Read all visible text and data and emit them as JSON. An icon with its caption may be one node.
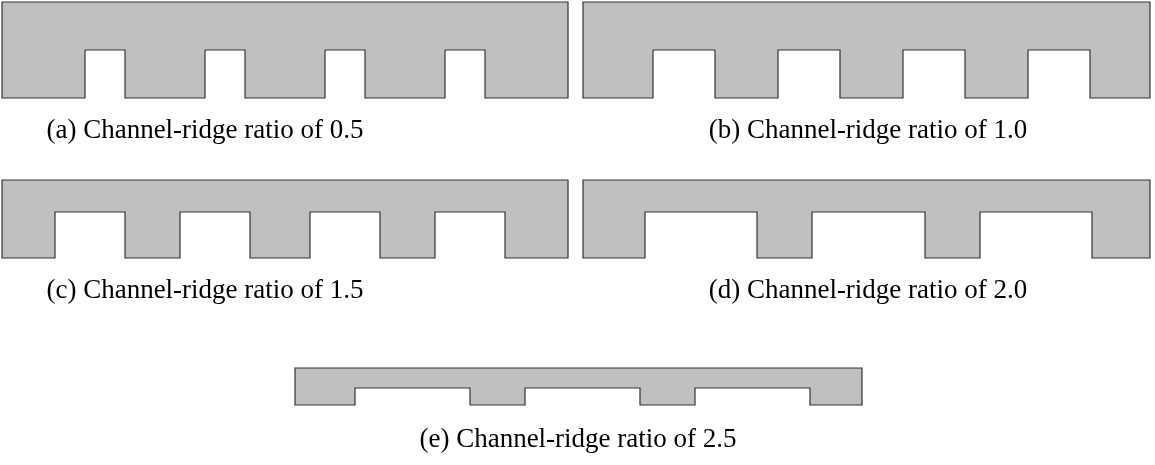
{
  "diagram": {
    "labels": [
      "(a) Channel-ridge ratio of 0.5",
      "(b) Channel-ridge ratio of 1.0",
      "(c) Channel-ridge ratio of 1.5",
      "(d) Channel-ridge ratio of 2.0",
      "(e) Channel-ridge ratio of 2.5"
    ]
  }
}
